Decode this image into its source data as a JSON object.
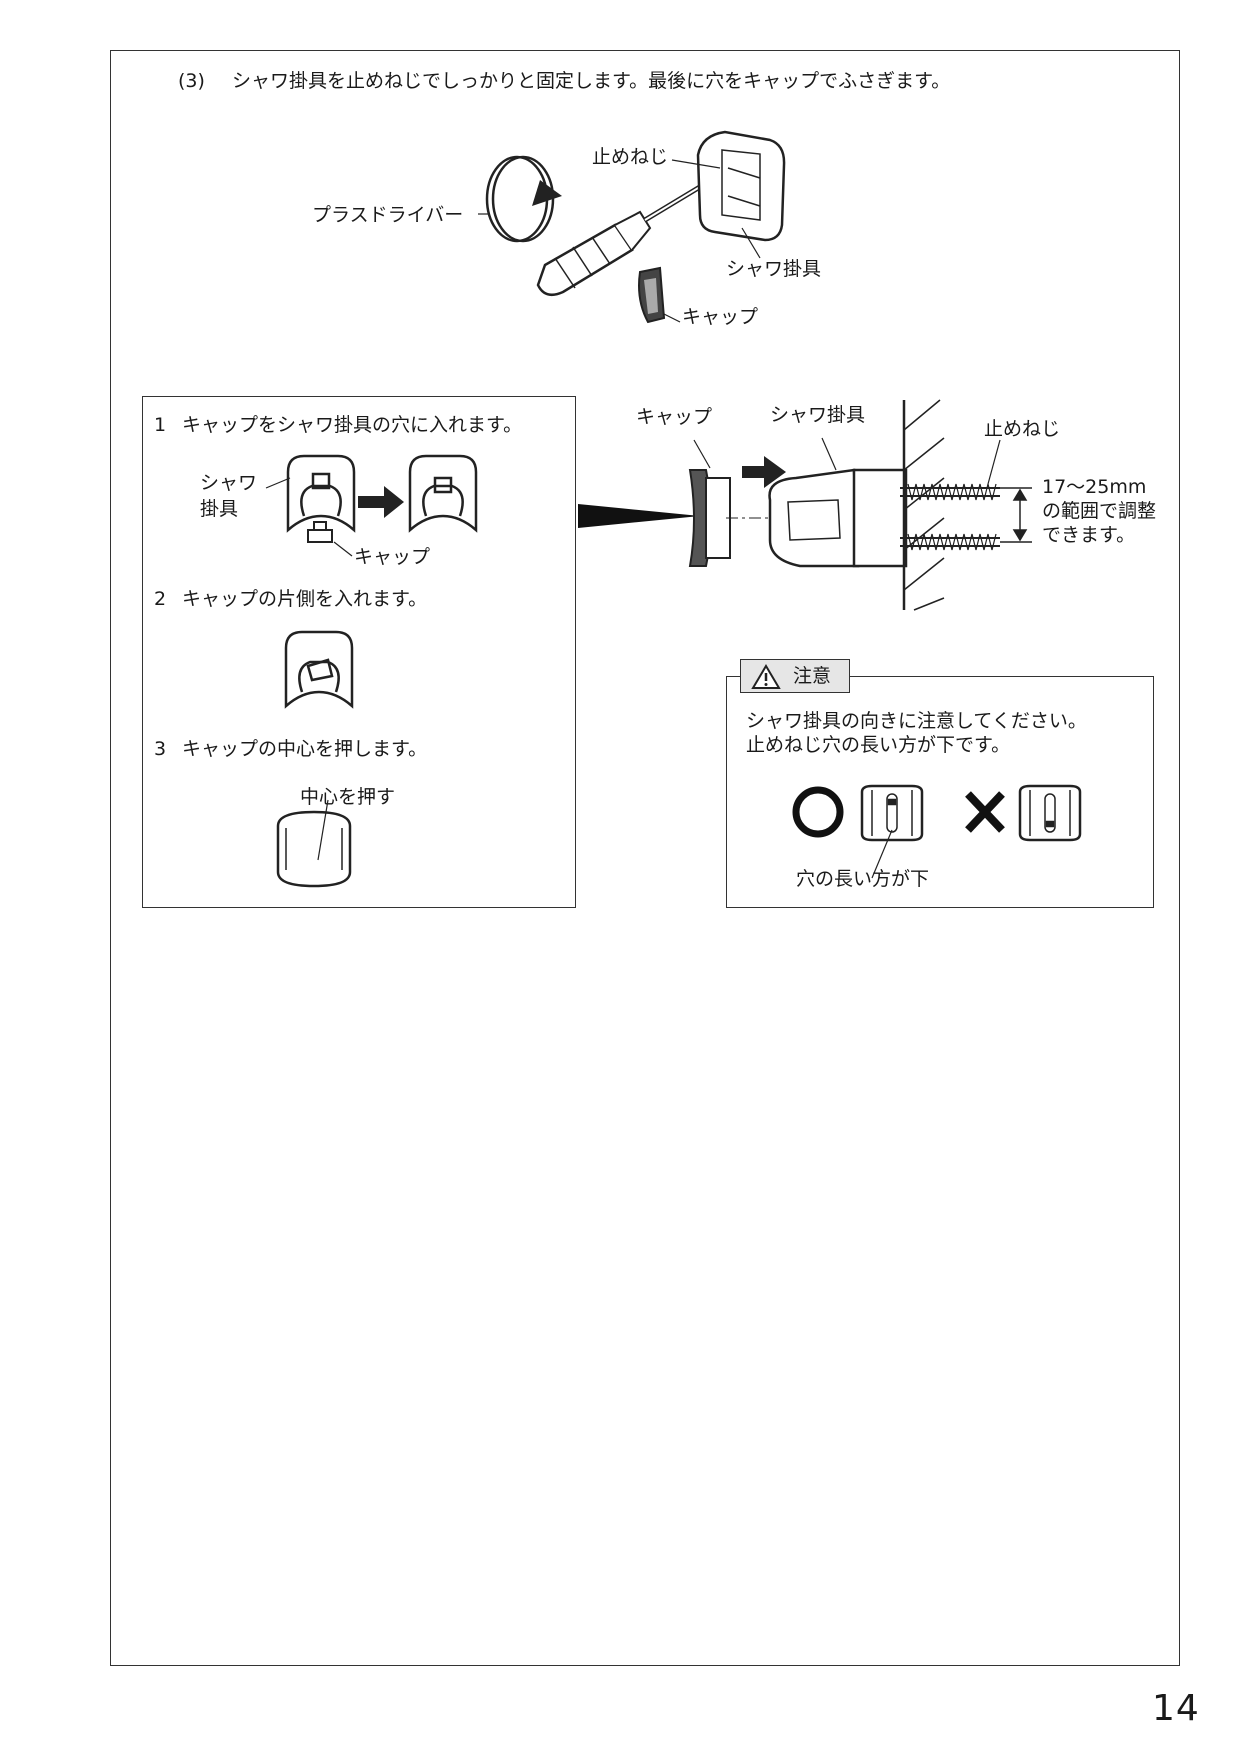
{
  "header": {
    "step_number": "(3)",
    "instruction": "シャワ掛具を止めねじでしっかりと固定します。最後に穴をキャップでふさぎます。"
  },
  "top_figure": {
    "label_screw": "止めねじ",
    "label_screwdriver": "プラスドライバー",
    "label_holder": "シャワ掛具",
    "label_cap": "キャップ"
  },
  "cap_steps": {
    "step1": {
      "num": "1",
      "text": "キャップをシャワ掛具の穴に入れます。",
      "label_holder_line1": "シャワ",
      "label_holder_line2": "掛具",
      "label_cap": "キャップ"
    },
    "step2": {
      "num": "2",
      "text": "キャップの片側を入れます。"
    },
    "step3": {
      "num": "3",
      "text": "キャップの中心を押します。",
      "label_push": "中心を押す"
    }
  },
  "side_figure": {
    "label_cap": "キャップ",
    "label_holder": "シャワ掛具",
    "label_screw": "止めねじ",
    "range_line1": "17〜25mm",
    "range_line2": "の範囲で調整",
    "range_line3": "できます。"
  },
  "caution": {
    "title": "注意",
    "line1": "シャワ掛具の向きに注意してください。",
    "line2": "止めねじ穴の長い方が下です。",
    "label_long_side_down": "穴の長い方が下"
  },
  "page_number": "14"
}
